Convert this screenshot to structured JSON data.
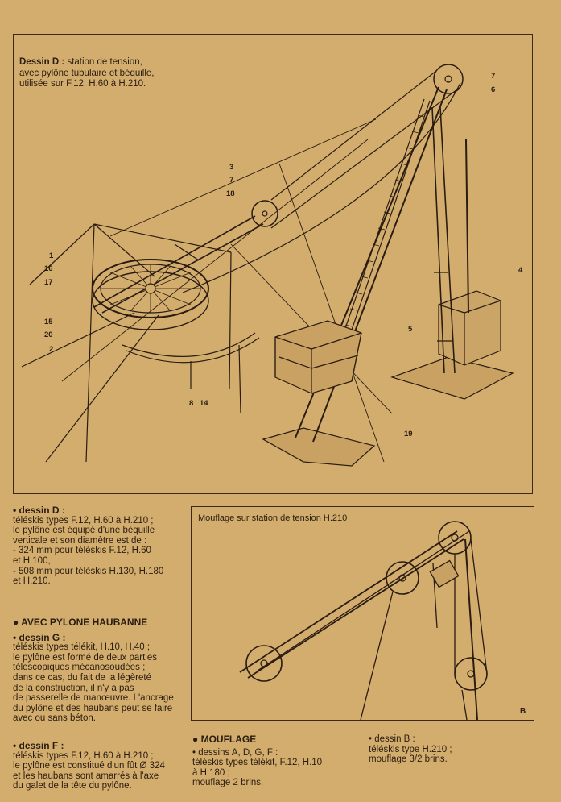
{
  "figure_d": {
    "caption_title": "Dessin D :",
    "caption_rest_1": " station de tension,",
    "caption_line_2": "avec pylône tubulaire et béquille,",
    "caption_line_3": "utilisée sur F.12, H.60 à H.210.",
    "labels": [
      "7",
      "6",
      "3",
      "7",
      "18",
      "4",
      "1",
      "16",
      "17",
      "15",
      "20",
      "2",
      "5",
      "8",
      "14",
      "19"
    ]
  },
  "figure_b": {
    "caption": "Mouflage sur station de tension H.210",
    "letter": "B"
  },
  "left_column": {
    "dessin_d_title": "• dessin D :",
    "dessin_d_lines": [
      "téléskis types F.12, H.60 à H.210 ;",
      "le pylône est équipé d'une béquille",
      "verticale et son diamètre est de :",
      "- 324 mm pour téléskis F.12, H.60",
      "et H.100,",
      "- 508 mm pour téléskis H.130, H.180",
      "et H.210."
    ],
    "section_title": "● AVEC PYLONE HAUBANNE",
    "dessin_g_title": "• dessin G :",
    "dessin_g_lines": [
      "téléskis types télékit, H.10, H.40 ;",
      "le pylône est formé de deux parties",
      "télescopiques mécanosoudées ;",
      "dans ce cas, du fait de la légèreté",
      "de la construction, il n'y a pas",
      "de passerelle de manœuvre. L'ancrage",
      "du pylône et des haubans peut se faire",
      "avec ou sans béton."
    ],
    "dessin_f_title": "• dessin F :",
    "dessin_f_lines": [
      "téléskis types F.12, H.60 à H.210 ;",
      "le pylône est constitué d'un fût Ø 324",
      "et les haubans sont amarrés à l'axe",
      "du galet de la tête du pylône."
    ]
  },
  "middle_column": {
    "section_title": "● MOUFLAGE",
    "lines": [
      "• dessins A, D, G, F :",
      "téléskis types télékit, F.12, H.10",
      "à H.180 ;",
      "mouflage 2 brins."
    ]
  },
  "right_column": {
    "lines": [
      "• dessin B :",
      "téléskis type H.210 ;",
      "mouflage 3/2 brins."
    ]
  }
}
